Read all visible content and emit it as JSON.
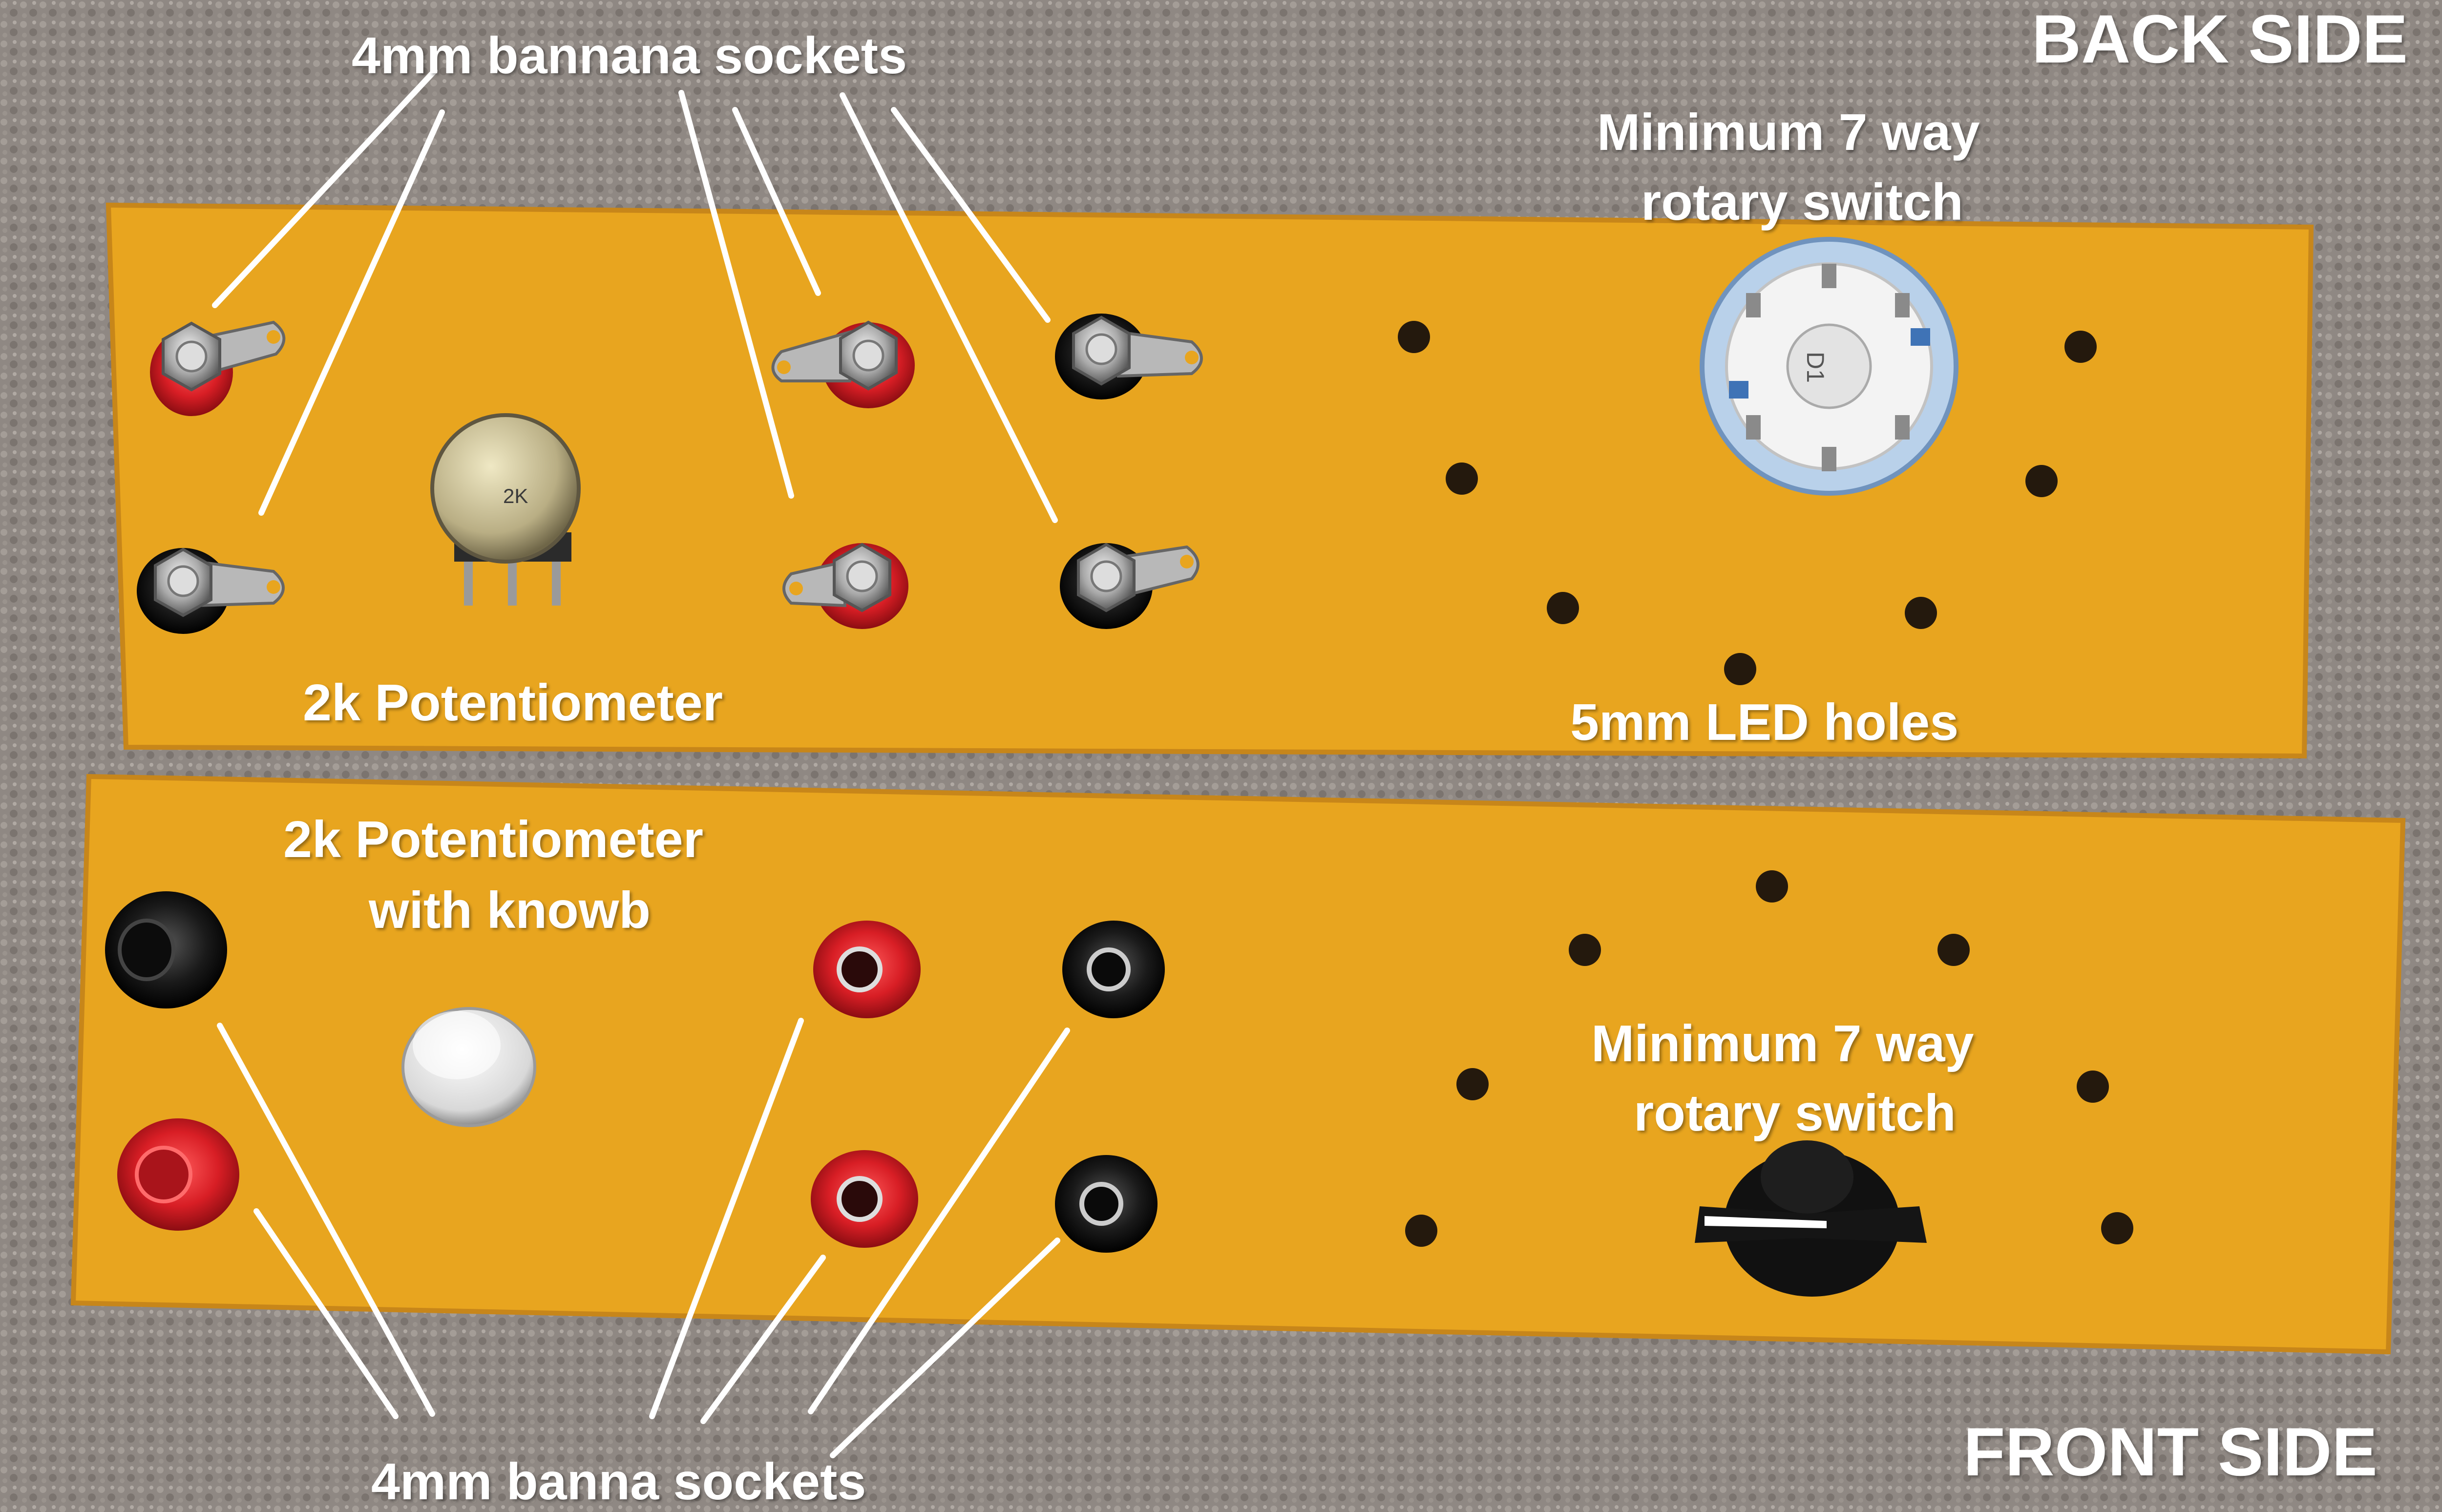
{
  "colors": {
    "panel": "#e8a51f",
    "carpet": "#8f8883",
    "red_socket": "#d81e25",
    "black_socket": "#1a1a1a",
    "label": "#ffffff"
  },
  "labels": {
    "back_side": "BACK SIDE",
    "front_side": "FRONT SIDE",
    "back_sockets": "4mm bannana sockets",
    "front_sockets": "4mm banna sockets",
    "back_pot": "2k Potentiometer",
    "front_pot_line1": "2k Potentiometer",
    "front_pot_line2": "with knowb",
    "back_switch_line1": "Minimum 7 way",
    "back_switch_line2": "rotary switch",
    "front_switch_line1": "Minimum 7 way",
    "front_switch_line2": "rotary switch",
    "led_holes": "5mm LED holes"
  },
  "component_markings": {
    "pot_value": "2K",
    "switch_marking": "D1"
  }
}
